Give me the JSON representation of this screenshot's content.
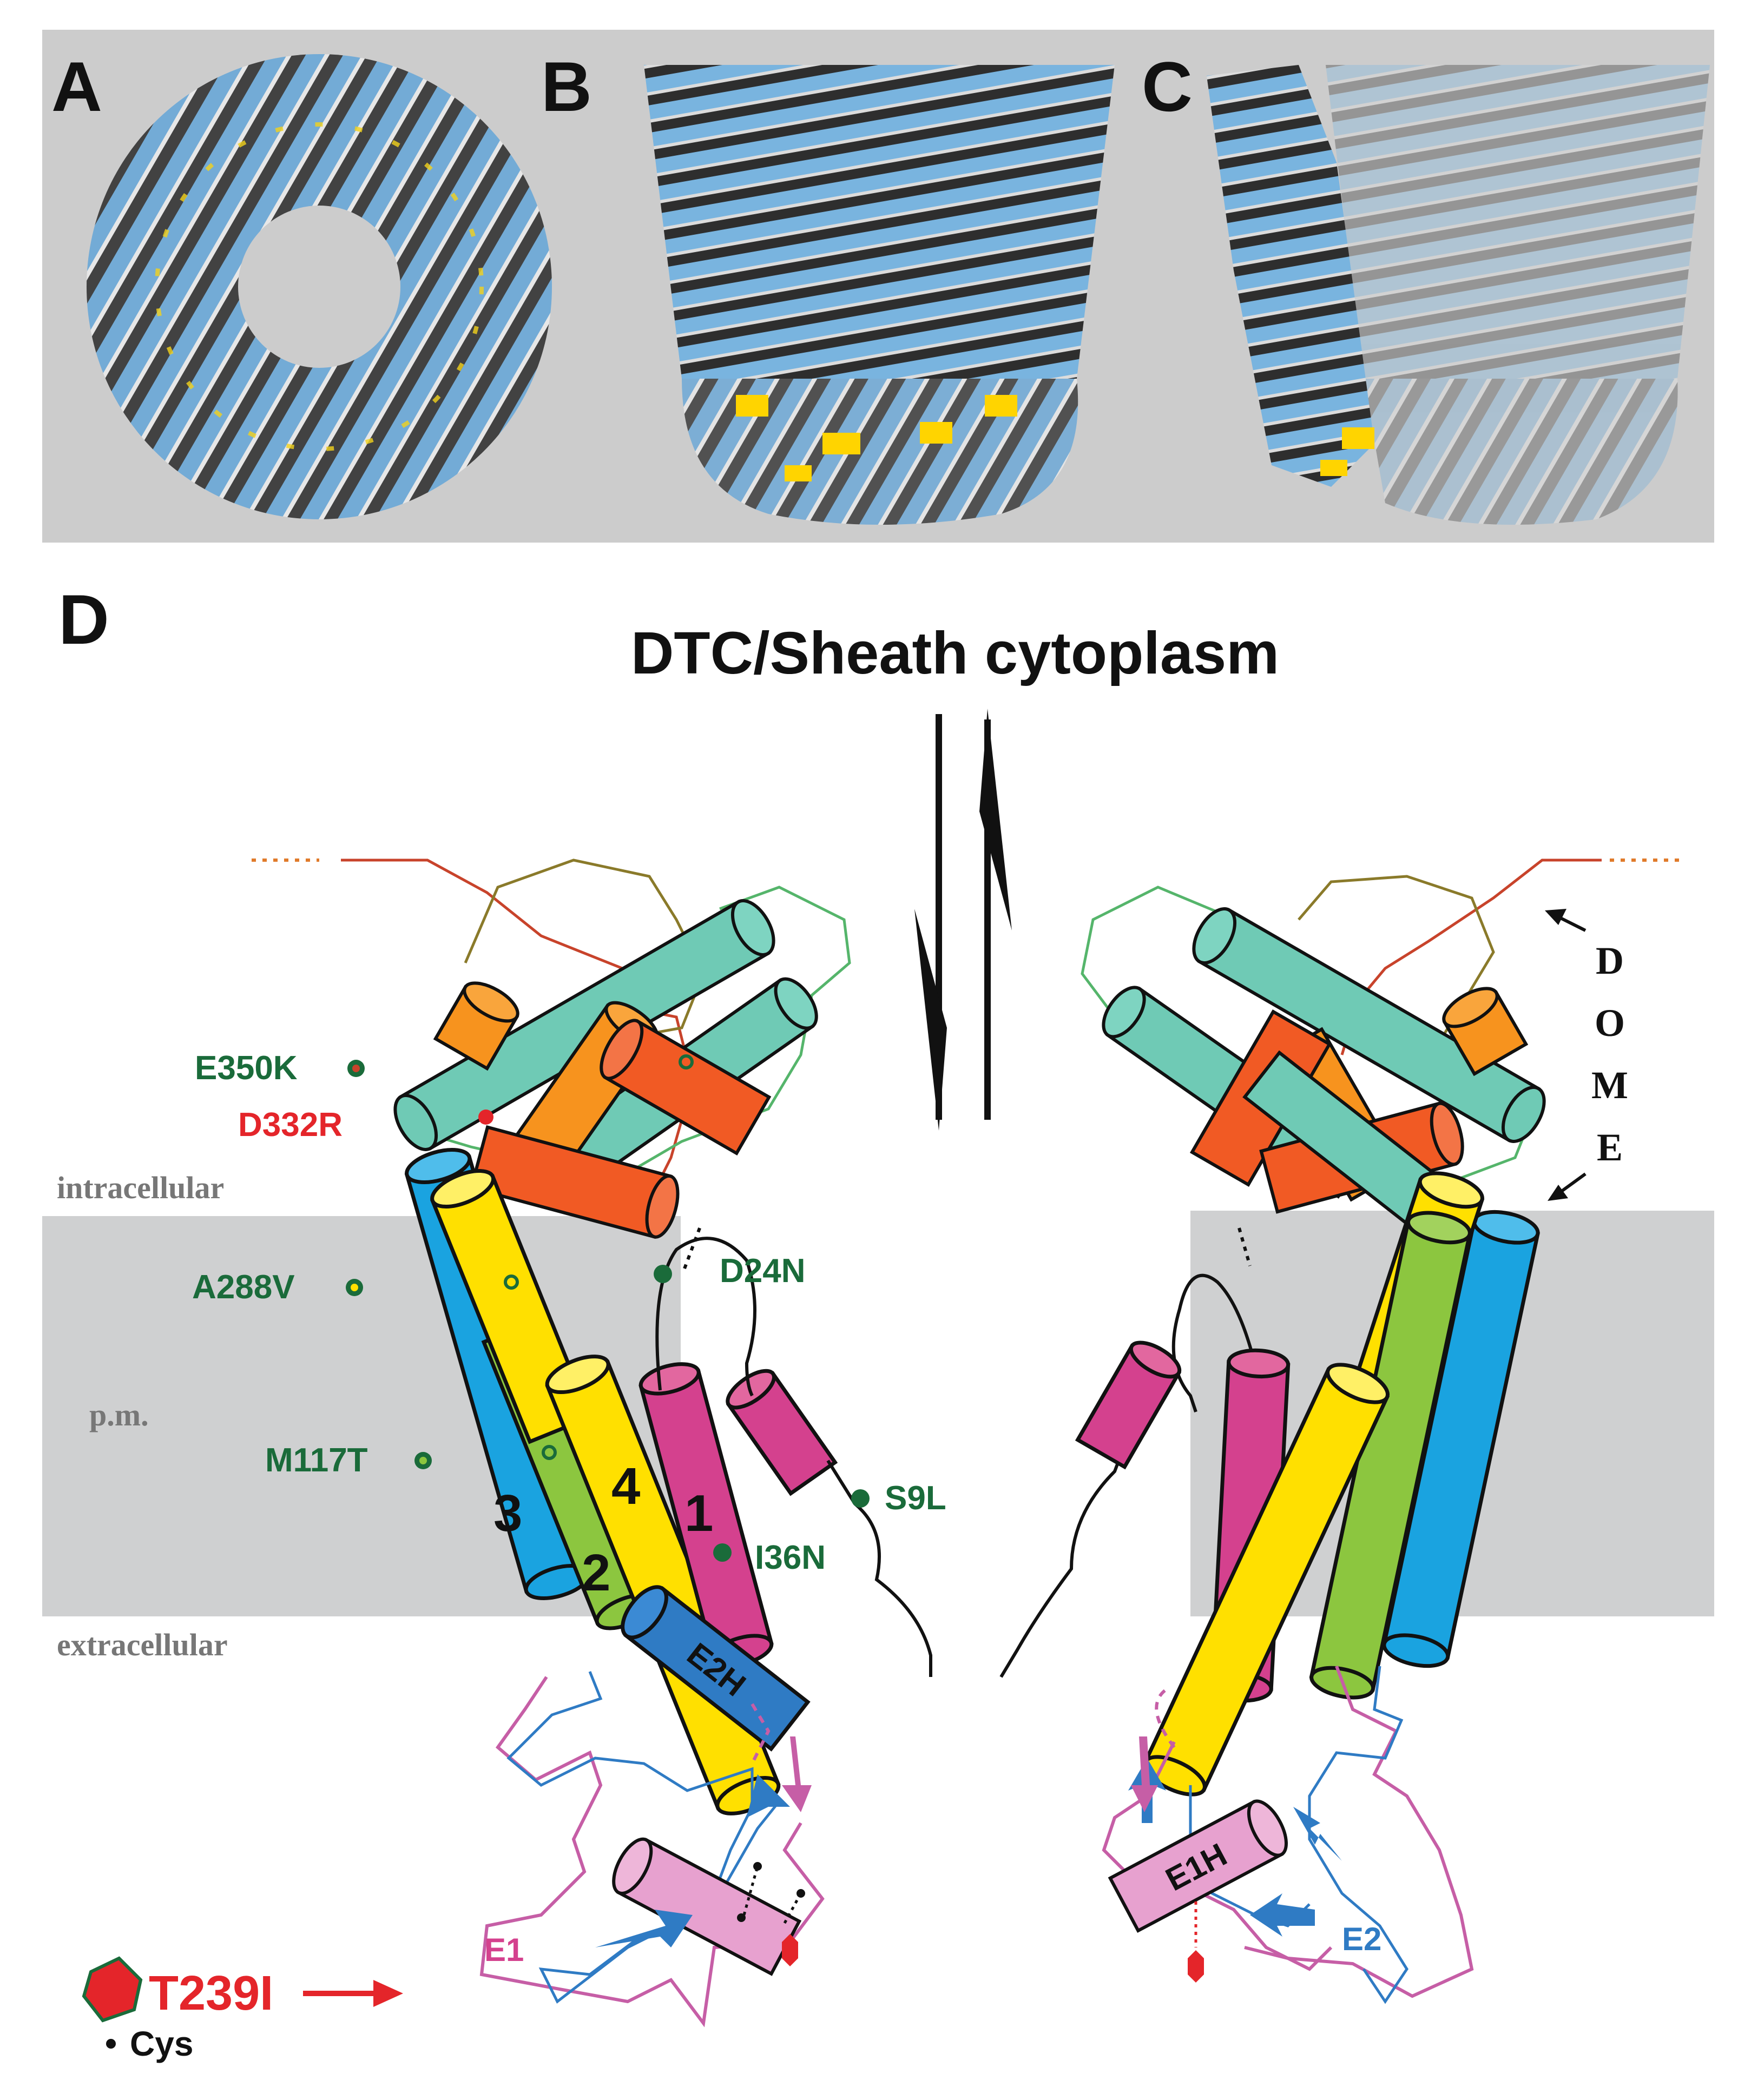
{
  "panels": {
    "a": "A",
    "b": "B",
    "c": "C",
    "d": "D"
  },
  "title": "DTC/Sheath cytoplasm",
  "regions": {
    "intracellular": "intracellular",
    "membrane": "p.m.",
    "extracellular": "extracellular"
  },
  "dome_letters": [
    "D",
    "O",
    "M",
    "E"
  ],
  "mutations": {
    "e350k": "E350K",
    "d332r": "D332R",
    "a288v": "A288V",
    "m117t": "M117T",
    "d24n": "D24N",
    "s9l": "S9L",
    "i36n": "I36N"
  },
  "helix_numbers": [
    "1",
    "2",
    "3",
    "4"
  ],
  "helix_labels": {
    "e2h": "E2H",
    "e1h": "E1H"
  },
  "loop_labels": {
    "e1": "E1",
    "e2": "E2"
  },
  "legend": {
    "t239i": "T239I",
    "cys": "Cys"
  },
  "colors": {
    "tm1": "#d4418e",
    "tm2": "#8cc63f",
    "tm3": "#1aa3e0",
    "tm4": "#ffe000",
    "dome_helix": "#6fcab5",
    "dome_orange": "#f7931e",
    "dome_red": "#f15a24",
    "e1h": "#e7a1cf",
    "e2h": "#2f7bc4",
    "mutation_green": "#1a6b3a",
    "mutation_red": "#e4252a",
    "panel_bg": "#cccccc"
  }
}
